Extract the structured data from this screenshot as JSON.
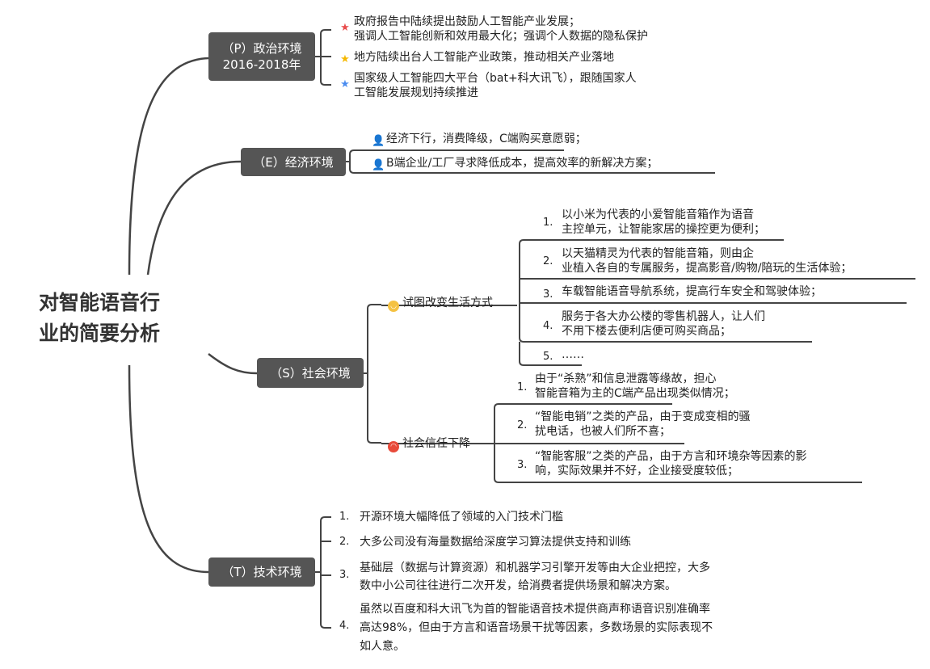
{
  "root": {
    "title_line1": "对智能语音行",
    "title_line2": "业的简要分析"
  },
  "colors": {
    "node": "#555555",
    "line": "#444444",
    "star_red": "#e84c4c",
    "star_yellow": "#f5b800",
    "star_blue": "#4a8cf0",
    "person_red": "#e85050",
    "person_blue": "#1ea0e8",
    "smile": "#f5c242",
    "angry": "#e84a3a"
  },
  "politics": {
    "label_line1": "（P）政治环境",
    "label_line2": "2016-2018年",
    "items": [
      {
        "icon": "star-red-icon",
        "line1": "政府报告中陆续提出鼓励人工智能产业发展；",
        "line2": "强调人工智能创新和效用最大化；强调个人数据的隐私保护"
      },
      {
        "icon": "star-yellow-icon",
        "line1": "地方陆续出台人工智能产业政策，推动相关产业落地"
      },
      {
        "icon": "star-blue-icon",
        "line1": "国家级人工智能四大平台（bat+科大讯飞），跟随国家人",
        "line2": "工智能发展规划持续推进"
      }
    ]
  },
  "economy": {
    "label": "（E）经济环境",
    "items": [
      {
        "icon": "person-red-icon",
        "text": "经济下行，消费降级，C端购买意愿弱；"
      },
      {
        "icon": "person-blue-icon",
        "text": "B端企业/工厂寻求降低成本，提高效率的新解决方案；"
      }
    ]
  },
  "society": {
    "label": "（S）社会环境",
    "subs": [
      {
        "icon": "smile-icon",
        "label": "试图改变生活方式",
        "items": [
          {
            "num": "1.",
            "line1": "以小米为代表的小爱智能音箱作为语音",
            "line2": "主控单元，让智能家居的操控更为便利；"
          },
          {
            "num": "2.",
            "line1": "以天猫精灵为代表的智能音箱，则由企",
            "line2": "业植入各自的专属服务，提高影音/购物/陪玩的生活体验；"
          },
          {
            "num": "3.",
            "line1": "车载智能语音导航系统，提高行车安全和驾驶体验；"
          },
          {
            "num": "4.",
            "line1": "服务于各大办公楼的零售机器人，让人们",
            "line2": "不用下楼去便利店便可购买商品；"
          },
          {
            "num": "5.",
            "line1": "……"
          }
        ]
      },
      {
        "icon": "angry-icon",
        "label": "社会信任下降",
        "items": [
          {
            "num": "1.",
            "line1": "由于“杀熟”和信息泄露等缘故，担心",
            "line2": "智能音箱为主的C端产品出现类似情况；"
          },
          {
            "num": "2.",
            "line1": "“智能电销”之类的产品，由于变成变相的骚",
            "line2": "扰电话，也被人们所不喜；"
          },
          {
            "num": "3.",
            "line1": "“智能客服”之类的产品，由于方言和环境杂等因素的影",
            "line2": "响，实际效果并不好，企业接受度较低；"
          }
        ]
      }
    ]
  },
  "tech": {
    "label": "（T）技术环境",
    "items": [
      {
        "num": "1.",
        "line1": "开源环境大幅降低了领域的入门技术门槛"
      },
      {
        "num": "2.",
        "line1": "大多公司没有海量数据给深度学习算法提供支持和训练"
      },
      {
        "num": "3.",
        "line1": "基础层（数据与计算资源）和机器学习引擎开发等由大企业把控，大多",
        "line2": "数中小公司往往进行二次开发，给消费者提供场景和解决方案。"
      },
      {
        "num": "4.",
        "line1": "虽然以百度和科大讯飞为首的智能语音技术提供商声称语音识别准确率",
        "line2": "高达98%，但由于方言和语音场景干扰等因素，多数场景的实际表现不",
        "line3": "如人意。"
      }
    ]
  }
}
